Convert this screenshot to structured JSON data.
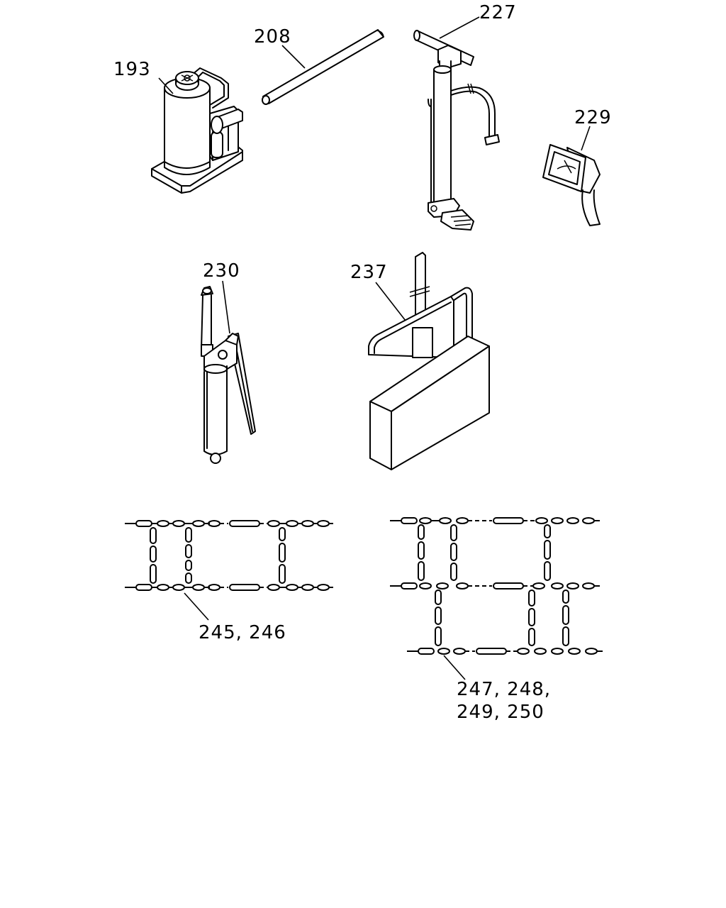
{
  "labels": {
    "bottle_jack": "193",
    "handle_bar": "208",
    "tire_pump": "227",
    "work_lamp": "229",
    "grease_gun": "230",
    "tool_bag": "237",
    "chain_a": "245, 246",
    "chain_b_line1": "247, 248,",
    "chain_b_line2": "249, 250"
  }
}
